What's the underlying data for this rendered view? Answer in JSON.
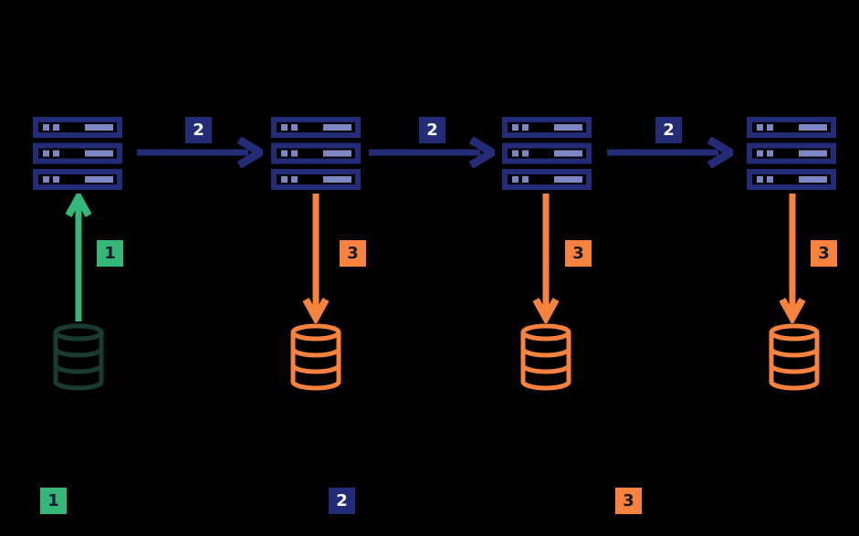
{
  "colors": {
    "background": "#000000",
    "navy": "#242c77",
    "periwinkle": "#7d87c4",
    "green": "#34b778",
    "dark_green": "#1a3c30",
    "orange": "#f8823e",
    "badge_light_text": "#ffffff",
    "badge_dark_text": "#15192d"
  },
  "icons": {
    "server_stack": "server-rack-stack-icon",
    "database": "database-cylinder-icon",
    "arrow_right": "arrow-right-icon",
    "arrow_up": "arrow-up-icon",
    "arrow_down": "arrow-down-icon"
  },
  "flows": {
    "ingest": {
      "badge": "1"
    },
    "replication": [
      {
        "badge": "2"
      },
      {
        "badge": "2"
      },
      {
        "badge": "2"
      }
    ],
    "persist": [
      {
        "badge": "3"
      },
      {
        "badge": "3"
      },
      {
        "badge": "3"
      }
    ]
  },
  "legend": {
    "items": [
      {
        "badge": "1",
        "color": "#34b778"
      },
      {
        "badge": "2",
        "color": "#242c77"
      },
      {
        "badge": "3",
        "color": "#f8823e"
      }
    ]
  }
}
